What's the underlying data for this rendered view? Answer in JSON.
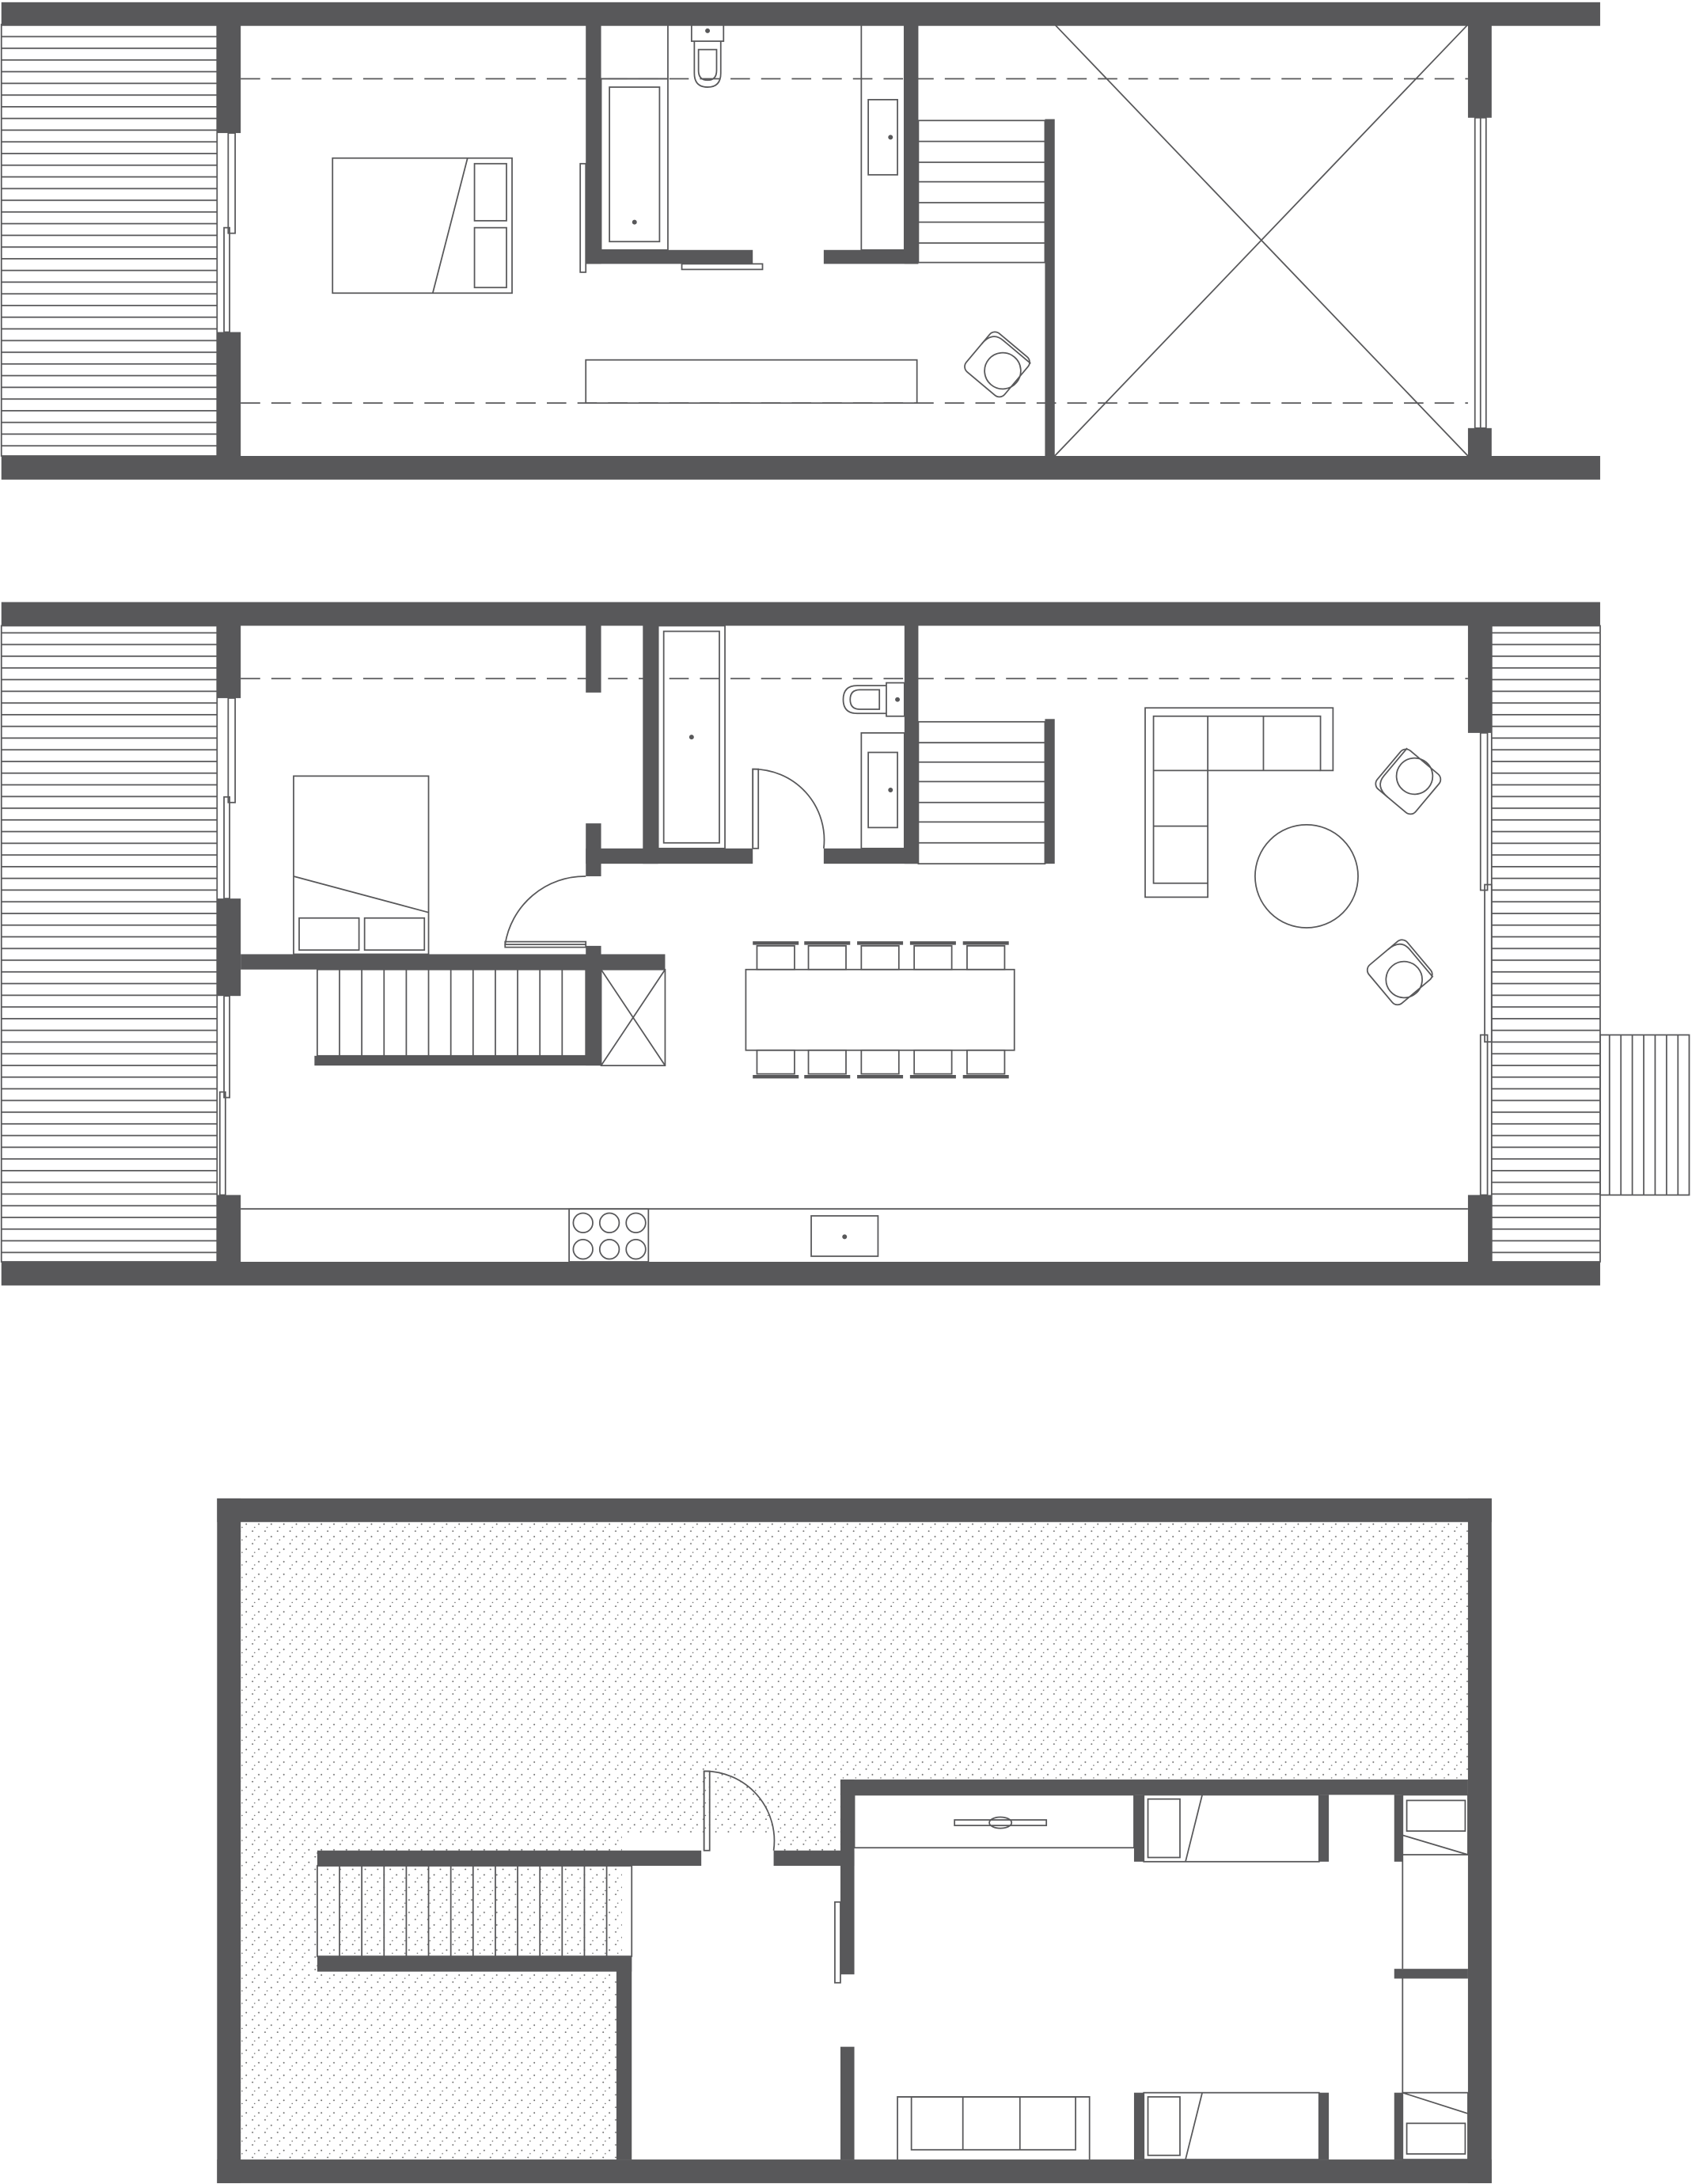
{
  "drawing": {
    "kind": "architectural floor plans",
    "levels": [
      {
        "key": "upper",
        "rooms": [
          "bedroom",
          "bathroom",
          "stair",
          "void"
        ]
      },
      {
        "key": "main",
        "rooms": [
          "bedroom",
          "bathroom",
          "stair",
          "dining",
          "living",
          "kitchen",
          "decks"
        ]
      },
      {
        "key": "lower",
        "rooms": [
          "stair",
          "hall",
          "bunk-rooms",
          "lounge",
          "unexcavated-crawlspace"
        ]
      }
    ],
    "labels": []
  },
  "colors": {
    "wall": "#58585a",
    "line": "#58585a",
    "background": "#ffffff",
    "stipple": "#6a6a6a"
  }
}
